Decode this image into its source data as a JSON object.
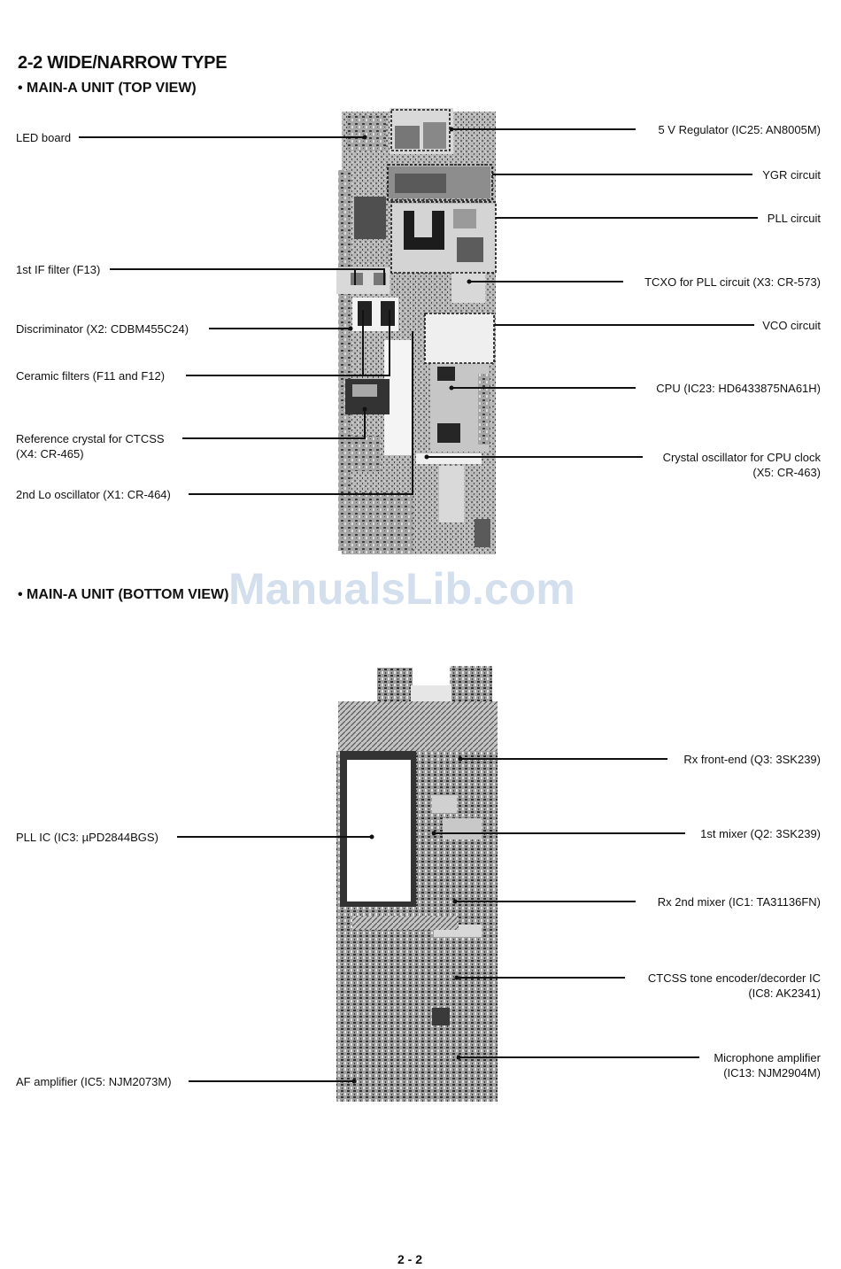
{
  "section_title": "2-2 WIDE/NARROW TYPE",
  "top_view_heading": "• MAIN-A UNIT (TOP VIEW)",
  "bottom_view_heading": "• MAIN-A UNIT (BOTTOM VIEW)",
  "watermark": "ManualsLib.com",
  "page_number": "2 - 2",
  "top_view": {
    "left_labels": [
      {
        "text": "LED board"
      },
      {
        "text": "1st IF filter (F13)"
      },
      {
        "text": "Discriminator (X2: CDBM455C24)"
      },
      {
        "text": "Ceramic filters (F11 and F12)"
      },
      {
        "line1": "Reference crystal for CTCSS",
        "line2": "(X4: CR-465)"
      },
      {
        "text": "2nd Lo oscillator (X1: CR-464)"
      }
    ],
    "right_labels": [
      {
        "text": "5 V Regulator (IC25: AN8005M)"
      },
      {
        "text": "YGR circuit"
      },
      {
        "text": "PLL circuit"
      },
      {
        "text": "TCXO for PLL circuit (X3: CR-573)"
      },
      {
        "text": "VCO circuit"
      },
      {
        "text": "CPU (IC23: HD6433875NA61H)"
      },
      {
        "line1": "Crystal oscillator for CPU clock",
        "line2": "(X5: CR-463)"
      }
    ]
  },
  "bottom_view": {
    "left_labels": [
      {
        "text": "PLL IC (IC3: µPD2844BGS)"
      },
      {
        "text": "AF amplifier (IC5: NJM2073M)"
      }
    ],
    "right_labels": [
      {
        "text": "Rx front-end (Q3: 3SK239)"
      },
      {
        "text": "1st mixer (Q2: 3SK239)"
      },
      {
        "text": "Rx 2nd mixer (IC1: TA31136FN)"
      },
      {
        "line1": "CTCSS tone encoder/decorder IC",
        "line2": "(IC8: AK2341)"
      },
      {
        "line1": "Microphone amplifier",
        "line2": "(IC13: NJM2904M)"
      }
    ]
  }
}
